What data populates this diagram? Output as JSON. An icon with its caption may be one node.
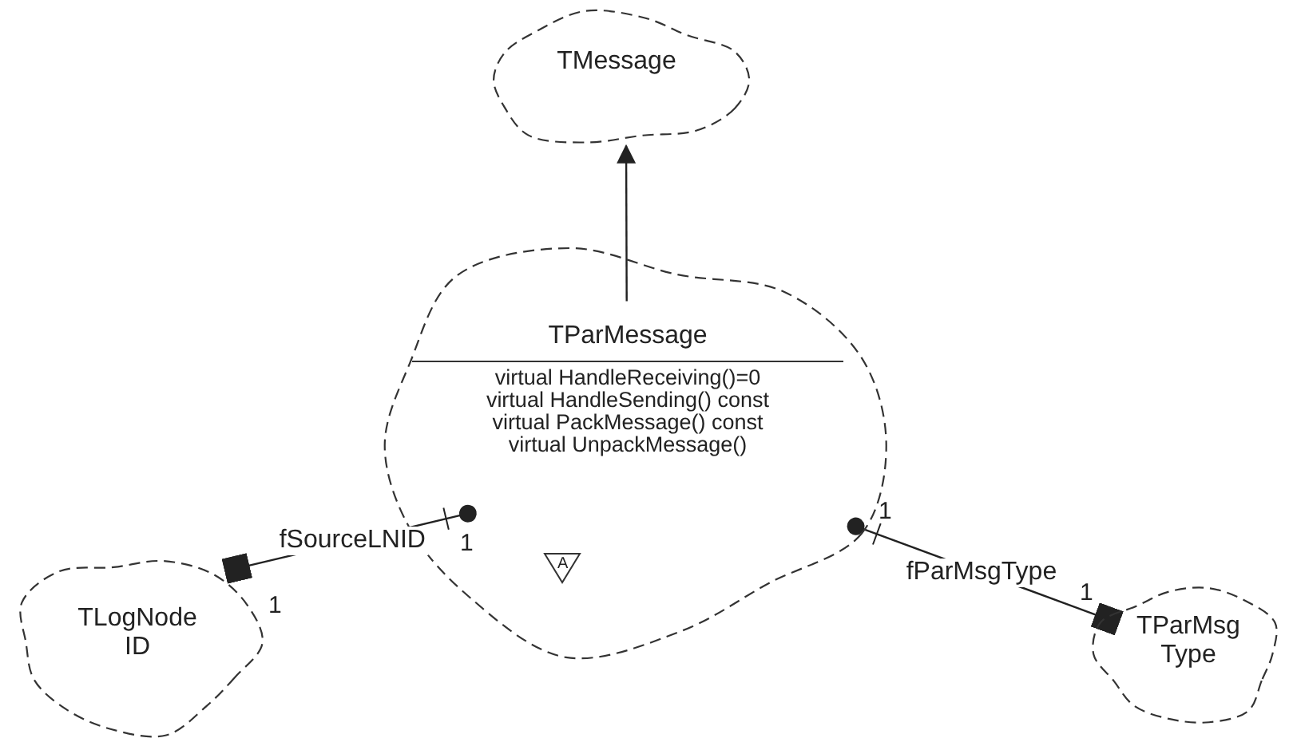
{
  "diagram": {
    "nodes": [
      {
        "text": [
          "TMessage"
        ]
      },
      {
        "text": [
          "TParMessage",
          "virtual HandleReceiving()=0",
          "virtual HandleSending() const",
          "virtual PackMessage() const",
          "virtual UnpackMessage()"
        ]
      },
      {
        "text": [
          "TLogNode ID"
        ]
      },
      {
        "text": [
          "TParMsg Type"
        ]
      }
    ],
    "edges": [
      {
        "from": 1,
        "to": 0,
        "arrow": "to"
      },
      {
        "from": 1,
        "to": 2,
        "arrow": "other",
        "label": "fSourceLNID"
      },
      {
        "from": 1,
        "to": 3,
        "arrow": "other",
        "label": "fParMsgType"
      }
    ],
    "labels": [
      "1",
      "1",
      "1",
      "1",
      "A"
    ]
  }
}
